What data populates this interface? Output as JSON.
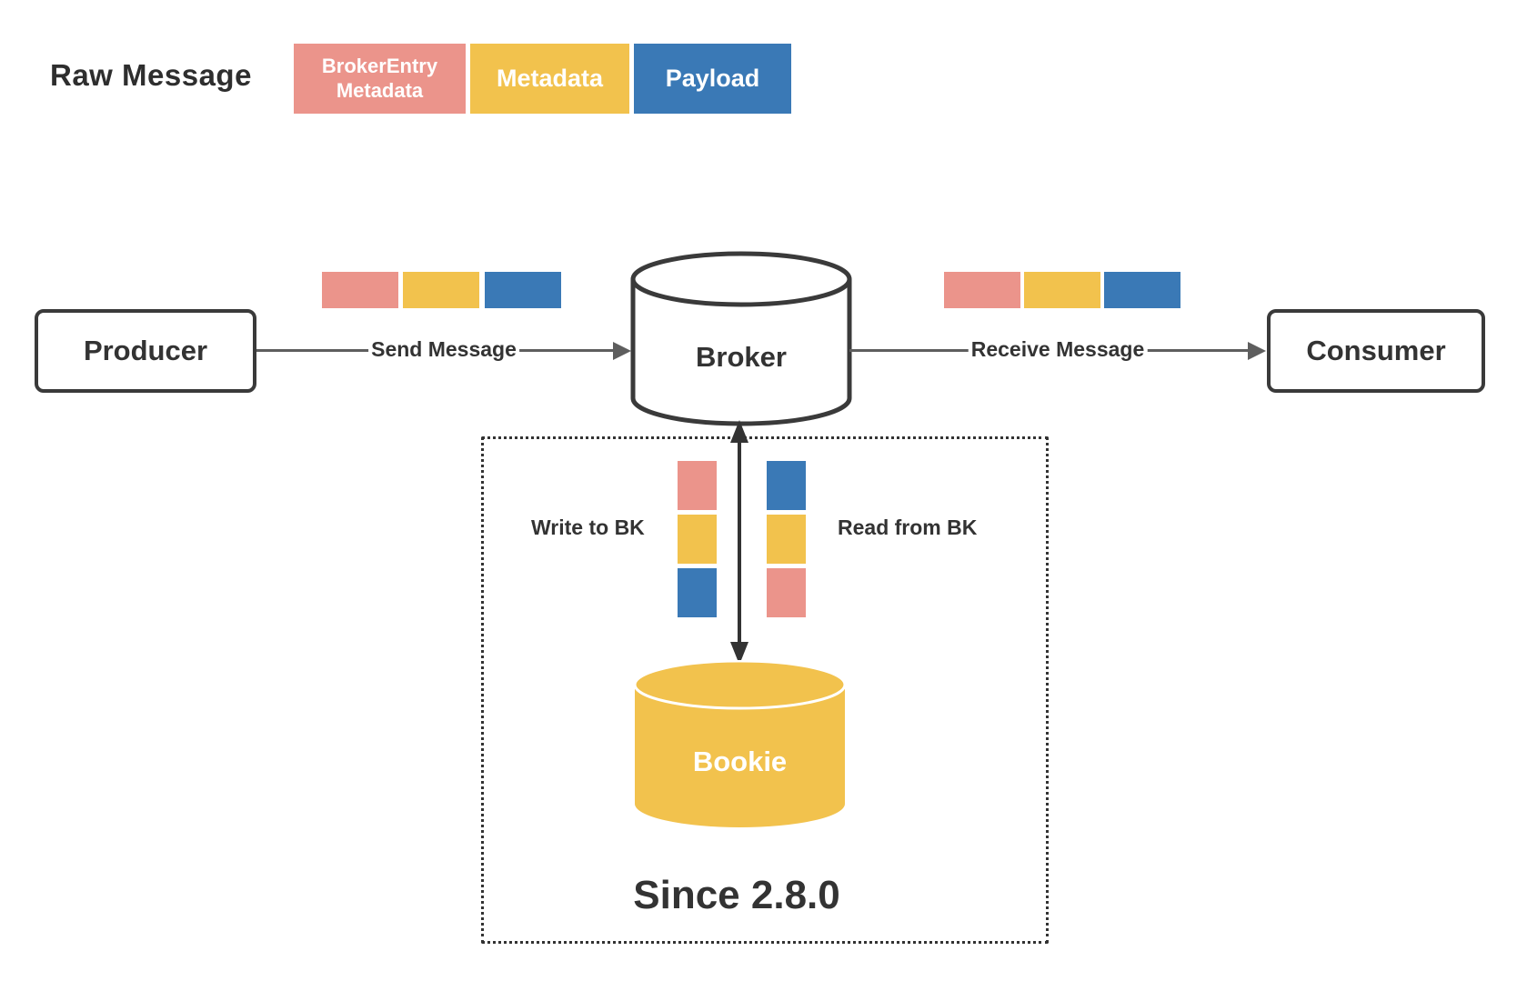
{
  "colors": {
    "salmon": "#EB948B",
    "yellow": "#F2C24D",
    "blue": "#3A79B6",
    "arrow_gray": "#5E5E5E",
    "outline_dark": "#3A3A3A",
    "dotted_border": "#333333",
    "text_dark": "#333333"
  },
  "raw_message": {
    "label": "Raw Message",
    "segments": [
      {
        "label": "BrokerEntry Metadata",
        "color_key": "salmon"
      },
      {
        "label": "Metadata",
        "color_key": "yellow"
      },
      {
        "label": "Payload",
        "color_key": "blue"
      }
    ]
  },
  "flow": {
    "producer_label": "Producer",
    "broker_label": "Broker",
    "consumer_label": "Consumer",
    "send_arrow_label": "Send Message",
    "receive_arrow_label": "Receive Message"
  },
  "message_bars": {
    "above_send_arrow": [
      "salmon",
      "yellow",
      "blue"
    ],
    "above_receive_arrow": [
      "salmon",
      "yellow",
      "blue"
    ],
    "write_stack_top_to_bottom": [
      "salmon",
      "yellow",
      "blue"
    ],
    "read_stack_top_to_bottom": [
      "blue",
      "yellow",
      "salmon"
    ]
  },
  "bookkeeper_section": {
    "write_label": "Write to BK",
    "read_label": "Read from BK",
    "bookie_label": "Bookie",
    "since_label": "Since 2.8.0"
  }
}
